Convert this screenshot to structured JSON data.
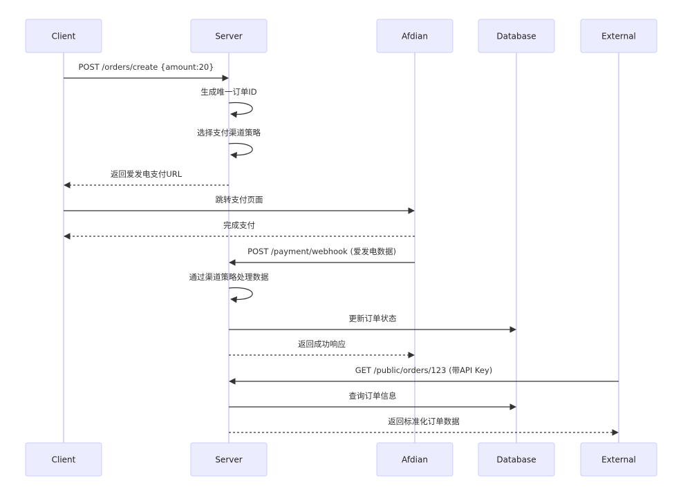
{
  "participants": [
    {
      "id": "client",
      "label": "Client"
    },
    {
      "id": "server",
      "label": "Server"
    },
    {
      "id": "afdian",
      "label": "Afdian"
    },
    {
      "id": "database",
      "label": "Database"
    },
    {
      "id": "external",
      "label": "External"
    }
  ],
  "messages": [
    {
      "from": "client",
      "to": "server",
      "text": "POST /orders/create {amount:20}",
      "style": "solid"
    },
    {
      "from": "server",
      "to": "server",
      "text": "生成唯一订单ID",
      "style": "solid"
    },
    {
      "from": "server",
      "to": "server",
      "text": "选择支付渠道策略",
      "style": "solid"
    },
    {
      "from": "server",
      "to": "client",
      "text": "返回爱发电支付URL",
      "style": "dashed"
    },
    {
      "from": "client",
      "to": "afdian",
      "text": "跳转支付页面",
      "style": "solid"
    },
    {
      "from": "afdian",
      "to": "client",
      "text": "完成支付",
      "style": "dashed"
    },
    {
      "from": "afdian",
      "to": "server",
      "text": "POST /payment/webhook (爱发电数据)",
      "style": "solid"
    },
    {
      "from": "server",
      "to": "server",
      "text": "通过渠道策略处理数据",
      "style": "solid"
    },
    {
      "from": "server",
      "to": "database",
      "text": "更新订单状态",
      "style": "solid"
    },
    {
      "from": "server",
      "to": "afdian",
      "text": "返回成功响应",
      "style": "dashed"
    },
    {
      "from": "external",
      "to": "server",
      "text": "GET /public/orders/123 (带API Key)",
      "style": "solid"
    },
    {
      "from": "server",
      "to": "database",
      "text": "查询订单信息",
      "style": "solid"
    },
    {
      "from": "server",
      "to": "external",
      "text": "返回标准化订单数据",
      "style": "dashed"
    }
  ]
}
